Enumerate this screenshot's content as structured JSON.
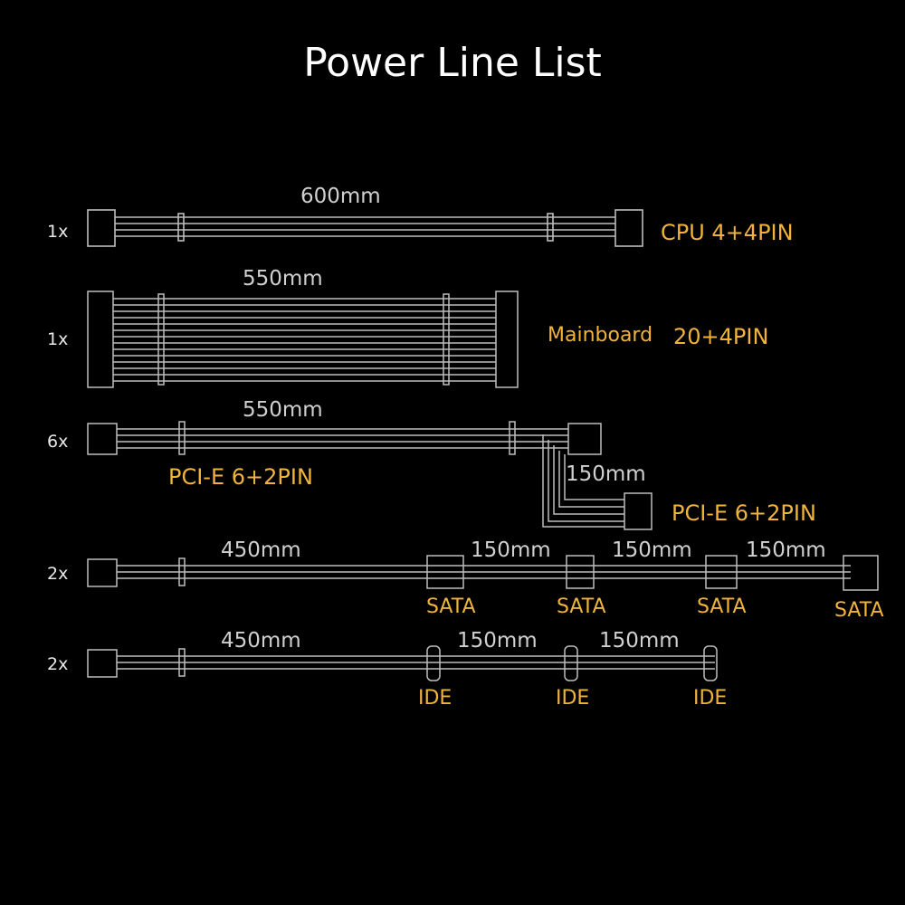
{
  "title": "Power Line List",
  "colors": {
    "background": "#000000",
    "label": "#f0b43a",
    "wire": "#bdbdbd",
    "text": "#ffffff"
  },
  "cables": [
    {
      "count": "1x",
      "length": "600mm",
      "connector": "CPU 4+4PIN"
    },
    {
      "count": "1x",
      "length": "550mm",
      "connector_name": "Mainboard",
      "connector_pins": "20+4PIN"
    },
    {
      "count": "6x",
      "length": "550mm",
      "connector": "PCI-E 6+2PIN",
      "branch_length": "150mm",
      "branch_connector": "PCI-E 6+2PIN"
    },
    {
      "count": "2x",
      "lengths": [
        "450mm",
        "150mm",
        "150mm",
        "150mm"
      ],
      "connectors": [
        "SATA",
        "SATA",
        "SATA",
        "SATA"
      ]
    },
    {
      "count": "2x",
      "lengths": [
        "450mm",
        "150mm",
        "150mm"
      ],
      "connectors": [
        "IDE",
        "IDE",
        "IDE"
      ]
    }
  ]
}
